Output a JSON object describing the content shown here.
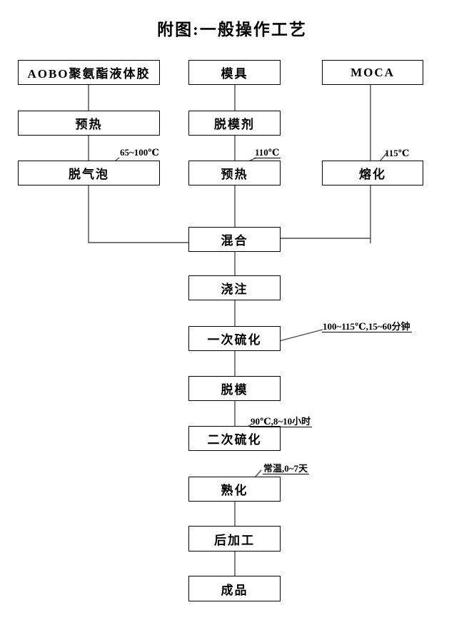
{
  "title": "附图:一般操作工艺",
  "flowchart": {
    "boxes": [
      {
        "id": "aobo-polyurethane-glue",
        "label": "AOBO聚氨酯液体胶"
      },
      {
        "id": "preheat-left",
        "label": "预热"
      },
      {
        "id": "degas",
        "label": "脱气泡"
      },
      {
        "id": "mold",
        "label": "模具"
      },
      {
        "id": "release-agent",
        "label": "脱模剂"
      },
      {
        "id": "preheat-mid",
        "label": "预热"
      },
      {
        "id": "moca",
        "label": "MOCA"
      },
      {
        "id": "melt",
        "label": "熔化"
      },
      {
        "id": "mix",
        "label": "混合"
      },
      {
        "id": "cast",
        "label": "浇注"
      },
      {
        "id": "first-vulcanization",
        "label": "一次硫化"
      },
      {
        "id": "demold",
        "label": "脱模"
      },
      {
        "id": "second-vulcanization",
        "label": "二次硫化"
      },
      {
        "id": "curing",
        "label": "熟化"
      },
      {
        "id": "post-processing",
        "label": "后加工"
      },
      {
        "id": "finished-product",
        "label": "成品"
      }
    ],
    "annotations": [
      {
        "id": "degas-temp",
        "text": "65~100℃",
        "underline": false
      },
      {
        "id": "preheat-mid-temp",
        "text": "110℃",
        "underline": true
      },
      {
        "id": "melt-temp",
        "text": "115℃",
        "underline": false
      },
      {
        "id": "first-vulcanization-cond",
        "text": "100~115℃,15~60分钟",
        "underline": true
      },
      {
        "id": "second-vulcanization-cond",
        "text": "90℃,8~10小时",
        "underline": true
      },
      {
        "id": "curing-cond",
        "text": "常温,0~7天",
        "underline": true
      }
    ]
  },
  "colors": {
    "background": "#ffffff",
    "box_border": "#000000",
    "text": "#000000",
    "connector": "#4a4a4a"
  }
}
